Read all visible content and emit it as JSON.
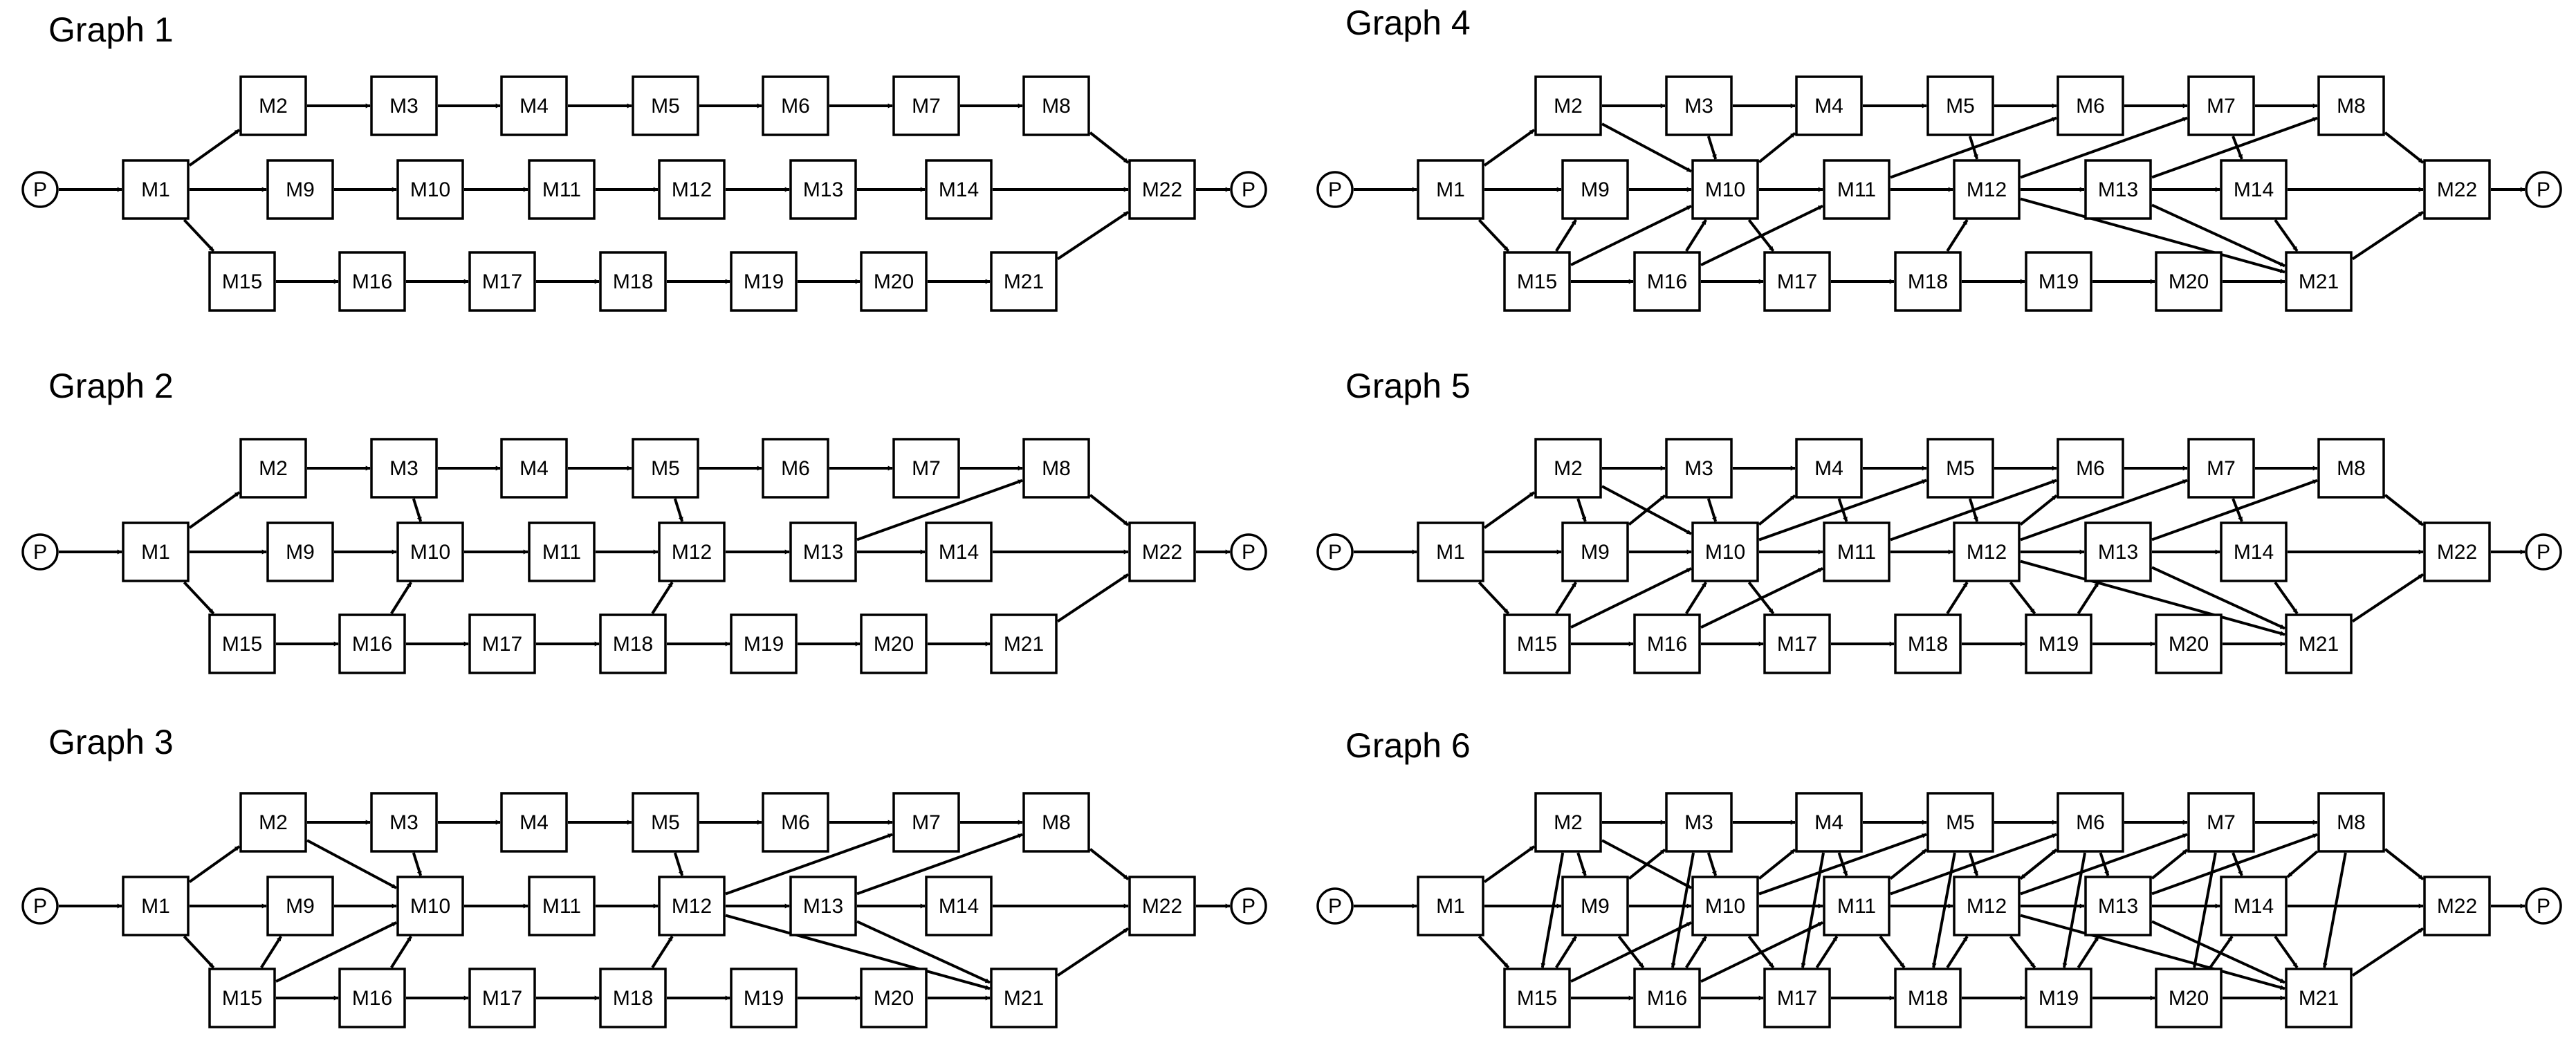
{
  "graphs": [
    {
      "id": "g1",
      "title": "Graph 1",
      "edges": [
        [
          "P_in",
          "M1"
        ],
        [
          "M1",
          "M2"
        ],
        [
          "M1",
          "M9"
        ],
        [
          "M1",
          "M15"
        ],
        [
          "M2",
          "M3"
        ],
        [
          "M3",
          "M4"
        ],
        [
          "M4",
          "M5"
        ],
        [
          "M5",
          "M6"
        ],
        [
          "M6",
          "M7"
        ],
        [
          "M7",
          "M8"
        ],
        [
          "M8",
          "M22"
        ],
        [
          "M9",
          "M10"
        ],
        [
          "M10",
          "M11"
        ],
        [
          "M11",
          "M12"
        ],
        [
          "M12",
          "M13"
        ],
        [
          "M13",
          "M14"
        ],
        [
          "M14",
          "M22"
        ],
        [
          "M15",
          "M16"
        ],
        [
          "M16",
          "M17"
        ],
        [
          "M17",
          "M18"
        ],
        [
          "M18",
          "M19"
        ],
        [
          "M19",
          "M20"
        ],
        [
          "M20",
          "M21"
        ],
        [
          "M21",
          "M22"
        ],
        [
          "M22",
          "P_out"
        ]
      ]
    },
    {
      "id": "g2",
      "title": "Graph 2",
      "edges": [
        [
          "P_in",
          "M1"
        ],
        [
          "M1",
          "M2"
        ],
        [
          "M1",
          "M9"
        ],
        [
          "M1",
          "M15"
        ],
        [
          "M2",
          "M3"
        ],
        [
          "M3",
          "M4"
        ],
        [
          "M4",
          "M5"
        ],
        [
          "M5",
          "M6"
        ],
        [
          "M6",
          "M7"
        ],
        [
          "M7",
          "M8"
        ],
        [
          "M8",
          "M22"
        ],
        [
          "M9",
          "M10"
        ],
        [
          "M10",
          "M11"
        ],
        [
          "M11",
          "M12"
        ],
        [
          "M12",
          "M13"
        ],
        [
          "M13",
          "M14"
        ],
        [
          "M14",
          "M22"
        ],
        [
          "M15",
          "M16"
        ],
        [
          "M16",
          "M17"
        ],
        [
          "M17",
          "M18"
        ],
        [
          "M18",
          "M19"
        ],
        [
          "M19",
          "M20"
        ],
        [
          "M20",
          "M21"
        ],
        [
          "M21",
          "M22"
        ],
        [
          "M3",
          "M10"
        ],
        [
          "M16",
          "M10"
        ],
        [
          "M5",
          "M12"
        ],
        [
          "M18",
          "M12"
        ],
        [
          "M13",
          "M8"
        ],
        [
          "M22",
          "P_out"
        ]
      ]
    },
    {
      "id": "g3",
      "title": "Graph 3",
      "edges": [
        [
          "P_in",
          "M1"
        ],
        [
          "M1",
          "M2"
        ],
        [
          "M1",
          "M9"
        ],
        [
          "M1",
          "M15"
        ],
        [
          "M2",
          "M3"
        ],
        [
          "M3",
          "M4"
        ],
        [
          "M4",
          "M5"
        ],
        [
          "M5",
          "M6"
        ],
        [
          "M6",
          "M7"
        ],
        [
          "M7",
          "M8"
        ],
        [
          "M8",
          "M22"
        ],
        [
          "M9",
          "M10"
        ],
        [
          "M10",
          "M11"
        ],
        [
          "M11",
          "M12"
        ],
        [
          "M12",
          "M13"
        ],
        [
          "M13",
          "M14"
        ],
        [
          "M14",
          "M22"
        ],
        [
          "M15",
          "M16"
        ],
        [
          "M16",
          "M17"
        ],
        [
          "M17",
          "M18"
        ],
        [
          "M18",
          "M19"
        ],
        [
          "M19",
          "M20"
        ],
        [
          "M20",
          "M21"
        ],
        [
          "M21",
          "M22"
        ],
        [
          "M2",
          "M10"
        ],
        [
          "M3",
          "M10"
        ],
        [
          "M15",
          "M9"
        ],
        [
          "M15",
          "M10"
        ],
        [
          "M16",
          "M10"
        ],
        [
          "M5",
          "M12"
        ],
        [
          "M18",
          "M12"
        ],
        [
          "M12",
          "M7"
        ],
        [
          "M12",
          "M21"
        ],
        [
          "M13",
          "M8"
        ],
        [
          "M13",
          "M21"
        ],
        [
          "M22",
          "P_out"
        ]
      ]
    },
    {
      "id": "g4",
      "title": "Graph 4",
      "edges": [
        [
          "P_in",
          "M1"
        ],
        [
          "M1",
          "M2"
        ],
        [
          "M1",
          "M9"
        ],
        [
          "M1",
          "M15"
        ],
        [
          "M2",
          "M3"
        ],
        [
          "M3",
          "M4"
        ],
        [
          "M4",
          "M5"
        ],
        [
          "M5",
          "M6"
        ],
        [
          "M6",
          "M7"
        ],
        [
          "M7",
          "M8"
        ],
        [
          "M8",
          "M22"
        ],
        [
          "M9",
          "M10"
        ],
        [
          "M10",
          "M11"
        ],
        [
          "M11",
          "M12"
        ],
        [
          "M12",
          "M13"
        ],
        [
          "M13",
          "M14"
        ],
        [
          "M14",
          "M22"
        ],
        [
          "M15",
          "M16"
        ],
        [
          "M16",
          "M17"
        ],
        [
          "M17",
          "M18"
        ],
        [
          "M18",
          "M19"
        ],
        [
          "M19",
          "M20"
        ],
        [
          "M20",
          "M21"
        ],
        [
          "M21",
          "M22"
        ],
        [
          "M2",
          "M10"
        ],
        [
          "M3",
          "M10"
        ],
        [
          "M15",
          "M9"
        ],
        [
          "M15",
          "M10"
        ],
        [
          "M16",
          "M10"
        ],
        [
          "M10",
          "M4"
        ],
        [
          "M10",
          "M17"
        ],
        [
          "M16",
          "M11"
        ],
        [
          "M11",
          "M6"
        ],
        [
          "M5",
          "M12"
        ],
        [
          "M18",
          "M12"
        ],
        [
          "M12",
          "M7"
        ],
        [
          "M12",
          "M21"
        ],
        [
          "M7",
          "M14"
        ],
        [
          "M13",
          "M8"
        ],
        [
          "M13",
          "M21"
        ],
        [
          "M14",
          "M21"
        ],
        [
          "M22",
          "P_out"
        ]
      ]
    },
    {
      "id": "g5",
      "title": "Graph 5",
      "edges": [
        [
          "P_in",
          "M1"
        ],
        [
          "M1",
          "M2"
        ],
        [
          "M1",
          "M9"
        ],
        [
          "M1",
          "M15"
        ],
        [
          "M2",
          "M3"
        ],
        [
          "M3",
          "M4"
        ],
        [
          "M4",
          "M5"
        ],
        [
          "M5",
          "M6"
        ],
        [
          "M6",
          "M7"
        ],
        [
          "M7",
          "M8"
        ],
        [
          "M8",
          "M22"
        ],
        [
          "M9",
          "M10"
        ],
        [
          "M10",
          "M11"
        ],
        [
          "M11",
          "M12"
        ],
        [
          "M12",
          "M13"
        ],
        [
          "M13",
          "M14"
        ],
        [
          "M14",
          "M22"
        ],
        [
          "M15",
          "M16"
        ],
        [
          "M16",
          "M17"
        ],
        [
          "M17",
          "M18"
        ],
        [
          "M18",
          "M19"
        ],
        [
          "M19",
          "M20"
        ],
        [
          "M20",
          "M21"
        ],
        [
          "M21",
          "M22"
        ],
        [
          "M2",
          "M9"
        ],
        [
          "M9",
          "M3"
        ],
        [
          "M2",
          "M10"
        ],
        [
          "M3",
          "M10"
        ],
        [
          "M15",
          "M9"
        ],
        [
          "M15",
          "M10"
        ],
        [
          "M16",
          "M10"
        ],
        [
          "M10",
          "M4"
        ],
        [
          "M10",
          "M5"
        ],
        [
          "M4",
          "M11"
        ],
        [
          "M10",
          "M17"
        ],
        [
          "M16",
          "M11"
        ],
        [
          "M11",
          "M6"
        ],
        [
          "M5",
          "M12"
        ],
        [
          "M18",
          "M12"
        ],
        [
          "M12",
          "M6"
        ],
        [
          "M12",
          "M7"
        ],
        [
          "M12",
          "M19"
        ],
        [
          "M19",
          "M13"
        ],
        [
          "M12",
          "M21"
        ],
        [
          "M7",
          "M14"
        ],
        [
          "M13",
          "M8"
        ],
        [
          "M13",
          "M21"
        ],
        [
          "M14",
          "M21"
        ],
        [
          "M22",
          "P_out"
        ]
      ]
    },
    {
      "id": "g6",
      "title": "Graph 6",
      "edges": [
        [
          "P_in",
          "M1"
        ],
        [
          "M1",
          "M2"
        ],
        [
          "M1",
          "M9"
        ],
        [
          "M1",
          "M15"
        ],
        [
          "M2",
          "M3"
        ],
        [
          "M3",
          "M4"
        ],
        [
          "M4",
          "M5"
        ],
        [
          "M5",
          "M6"
        ],
        [
          "M6",
          "M7"
        ],
        [
          "M7",
          "M8"
        ],
        [
          "M8",
          "M22"
        ],
        [
          "M9",
          "M10"
        ],
        [
          "M10",
          "M11"
        ],
        [
          "M11",
          "M12"
        ],
        [
          "M12",
          "M13"
        ],
        [
          "M13",
          "M14"
        ],
        [
          "M14",
          "M22"
        ],
        [
          "M15",
          "M16"
        ],
        [
          "M16",
          "M17"
        ],
        [
          "M17",
          "M18"
        ],
        [
          "M18",
          "M19"
        ],
        [
          "M19",
          "M20"
        ],
        [
          "M20",
          "M21"
        ],
        [
          "M21",
          "M22"
        ],
        [
          "M2",
          "M9"
        ],
        [
          "M9",
          "M3"
        ],
        [
          "M2",
          "M10"
        ],
        [
          "M2",
          "M15"
        ],
        [
          "M3",
          "M10"
        ],
        [
          "M3",
          "M16"
        ],
        [
          "M9",
          "M16"
        ],
        [
          "M15",
          "M9"
        ],
        [
          "M15",
          "M10"
        ],
        [
          "M16",
          "M10"
        ],
        [
          "M10",
          "M4"
        ],
        [
          "M10",
          "M5"
        ],
        [
          "M4",
          "M11"
        ],
        [
          "M4",
          "M17"
        ],
        [
          "M10",
          "M17"
        ],
        [
          "M17",
          "M11"
        ],
        [
          "M16",
          "M11"
        ],
        [
          "M11",
          "M5"
        ],
        [
          "M11",
          "M6"
        ],
        [
          "M5",
          "M12"
        ],
        [
          "M5",
          "M18"
        ],
        [
          "M11",
          "M18"
        ],
        [
          "M18",
          "M12"
        ],
        [
          "M6",
          "M12"
        ],
        [
          "M12",
          "M6"
        ],
        [
          "M12",
          "M7"
        ],
        [
          "M12",
          "M19"
        ],
        [
          "M19",
          "M13"
        ],
        [
          "M6",
          "M13"
        ],
        [
          "M6",
          "M19"
        ],
        [
          "M12",
          "M21"
        ],
        [
          "M7",
          "M14"
        ],
        [
          "M7",
          "M20"
        ],
        [
          "M13",
          "M7"
        ],
        [
          "M13",
          "M8"
        ],
        [
          "M13",
          "M21"
        ],
        [
          "M20",
          "M14"
        ],
        [
          "M8",
          "M14"
        ],
        [
          "M8",
          "M21"
        ],
        [
          "M14",
          "M21"
        ],
        [
          "M22",
          "P_out"
        ]
      ]
    }
  ]
}
